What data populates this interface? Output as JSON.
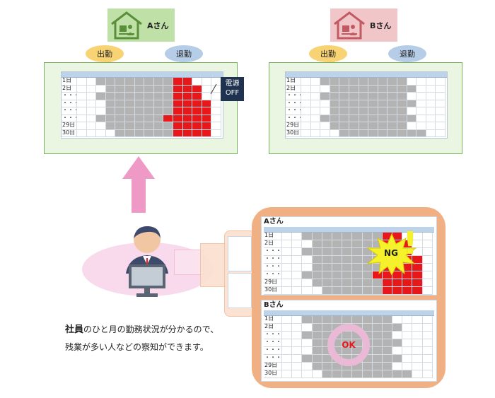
{
  "users": [
    {
      "name": "Aさん",
      "color": "#bfe0a6",
      "line": "#5a8f3a"
    },
    {
      "name": "Bさん",
      "color": "#f1c6c9",
      "line": "#c25a62"
    }
  ],
  "bubbles": {
    "in": "出勤",
    "out": "退勤",
    "in_color": "#f8d374",
    "out_color": "#b6cde8"
  },
  "rows": [
    "1日",
    "2日",
    "・・・",
    "・・・",
    "・・・",
    "・・・",
    "29日",
    "30日"
  ],
  "power_off": {
    "line1": "電源",
    "line2": "OFF"
  },
  "card_a": {
    "title": "Aさん",
    "badge": "NG"
  },
  "card_b": {
    "title": "Bさん",
    "badge": "OK"
  },
  "caption": {
    "line1_bold": "社員",
    "line1_rest": "のひと月の勤務状況が分かるので、",
    "line2": "残業が多い人などの察知ができます。"
  },
  "grids": {
    "a": [
      [
        0,
        0,
        1,
        1,
        1,
        1,
        1,
        1,
        1,
        1,
        2,
        2,
        0,
        0,
        0
      ],
      [
        0,
        0,
        0,
        1,
        1,
        1,
        1,
        1,
        1,
        1,
        2,
        2,
        2,
        0,
        0
      ],
      [
        0,
        0,
        1,
        1,
        1,
        1,
        1,
        1,
        1,
        1,
        2,
        2,
        2,
        0,
        0
      ],
      [
        0,
        0,
        0,
        1,
        1,
        1,
        1,
        1,
        1,
        1,
        2,
        2,
        2,
        2,
        0
      ],
      [
        0,
        0,
        0,
        1,
        1,
        1,
        1,
        1,
        1,
        1,
        2,
        2,
        2,
        2,
        0
      ],
      [
        0,
        0,
        1,
        1,
        1,
        1,
        1,
        1,
        1,
        2,
        2,
        2,
        2,
        2,
        0
      ],
      [
        0,
        0,
        0,
        1,
        1,
        1,
        1,
        1,
        1,
        1,
        2,
        2,
        2,
        2,
        0
      ],
      [
        0,
        0,
        0,
        0,
        1,
        1,
        1,
        1,
        1,
        1,
        2,
        2,
        2,
        2,
        0
      ]
    ],
    "b": [
      [
        0,
        0,
        1,
        1,
        1,
        1,
        1,
        1,
        1,
        1,
        1,
        0,
        0,
        0,
        0
      ],
      [
        0,
        0,
        0,
        1,
        1,
        1,
        1,
        1,
        1,
        1,
        1,
        1,
        0,
        0,
        0
      ],
      [
        0,
        0,
        1,
        1,
        1,
        1,
        1,
        1,
        1,
        1,
        1,
        0,
        0,
        0,
        0
      ],
      [
        0,
        0,
        0,
        1,
        1,
        1,
        1,
        1,
        1,
        1,
        1,
        1,
        0,
        0,
        0
      ],
      [
        0,
        0,
        0,
        1,
        1,
        1,
        1,
        1,
        1,
        1,
        1,
        0,
        0,
        0,
        0
      ],
      [
        0,
        0,
        1,
        1,
        1,
        1,
        1,
        1,
        1,
        1,
        1,
        1,
        0,
        0,
        0
      ],
      [
        0,
        0,
        0,
        1,
        1,
        1,
        1,
        1,
        1,
        1,
        1,
        0,
        0,
        0,
        0
      ],
      [
        0,
        0,
        0,
        0,
        1,
        1,
        1,
        1,
        1,
        1,
        1,
        1,
        1,
        0,
        0
      ]
    ]
  }
}
